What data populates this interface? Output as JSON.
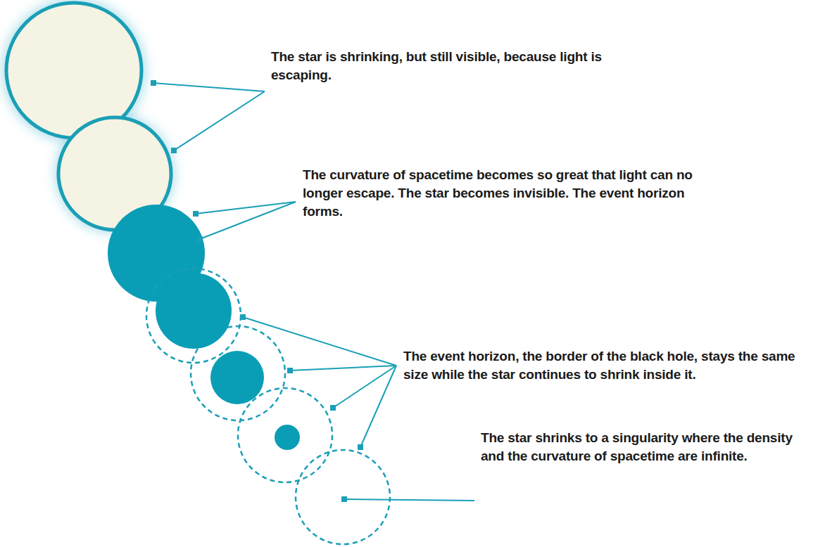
{
  "diagram": {
    "labels": [
      "The star is shrinking, but still visible, because light is escaping.",
      "The curvature of spacetime becomes so great that light can no longer escape. The star becomes invisible. The event horizon forms.",
      "The event horizon, the border of the black hole, stays the same size while the star continues to shrink inside it.",
      "The star shrinks to a singularity where the density and the curvature of spacetime are infinite."
    ]
  }
}
